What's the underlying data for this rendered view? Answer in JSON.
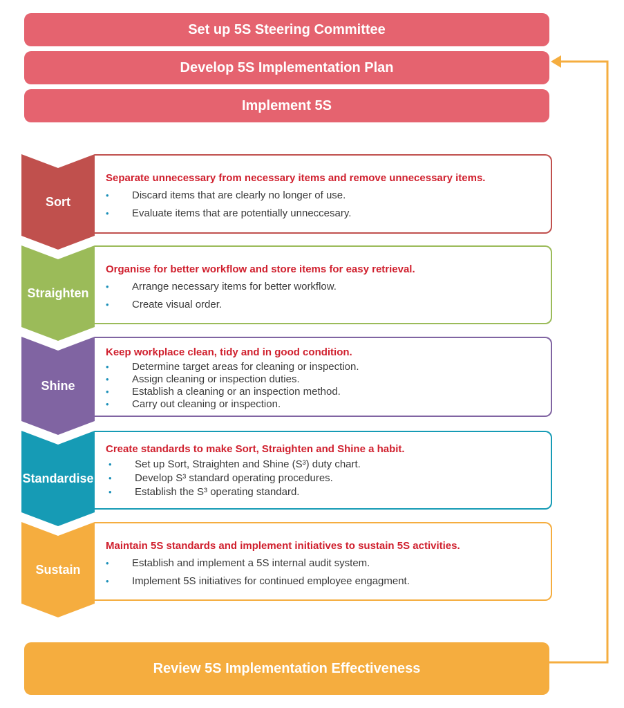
{
  "steps": {
    "step1": "Set up 5S Steering Committee",
    "step2": "Develop 5S Implementation Plan",
    "step3": "Implement 5S",
    "review": "Review 5S Implementation Effectiveness"
  },
  "pillars": [
    {
      "name": "Sort",
      "color": "#c0504d",
      "heading": "Separate unnecessary from necessary items and remove unnecessary items.",
      "items": [
        "Discard items that are clearly no longer of use.",
        "Evaluate items that are potentially unneccesary."
      ]
    },
    {
      "name": "Straighten",
      "color": "#9bbb59",
      "heading": "Organise for better workflow and store items for easy retrieval.",
      "items": [
        "Arrange necessary items for better workflow.",
        "Create visual order."
      ]
    },
    {
      "name": "Shine",
      "color": "#8064a2",
      "heading": "Keep workplace clean, tidy and in good condition.",
      "items": [
        "Determine target areas for cleaning or inspection.",
        "Assign cleaning or inspection duties.",
        "Establish a cleaning or an inspection method.",
        "Carry out cleaning or inspection."
      ]
    },
    {
      "name": "Standardise",
      "color": "#169bb5",
      "heading": "Create standards to make Sort, Straighten and Shine a habit.",
      "items": [
        "Set up Sort, Straighten and Shine (S³) duty chart.",
        "Develop S³ standard operating procedures.",
        "Establish the S³ operating standard."
      ]
    },
    {
      "name": "Sustain",
      "color": "#f5ad3f",
      "heading": "Maintain 5S standards and implement initiatives to sustain 5S activities.",
      "items": [
        "Establish and implement a 5S internal audit system.",
        "Implement 5S initiatives for continued employee engagment."
      ]
    }
  ],
  "colors": {
    "step_bar": "#e5636f",
    "review_bar": "#f5ad3f",
    "feedback_arrow": "#f5ad3f",
    "heading_text": "#d0202e",
    "bullet": "#1a8fb8"
  }
}
